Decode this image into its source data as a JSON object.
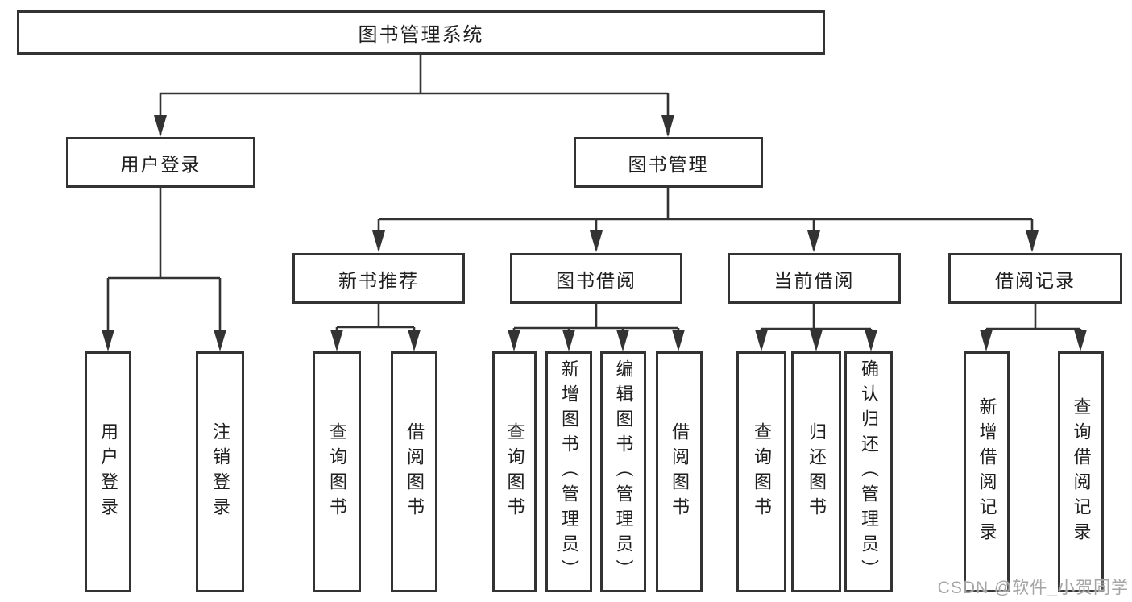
{
  "tree": {
    "label": "图书管理系统",
    "children": [
      {
        "label": "用户登录",
        "children": [
          {
            "label": "用户登录"
          },
          {
            "label": "注销登录"
          }
        ]
      },
      {
        "label": "图书管理",
        "children": [
          {
            "label": "新书推荐",
            "children": [
              {
                "label": "查询图书"
              },
              {
                "label": "借阅图书"
              }
            ]
          },
          {
            "label": "图书借阅",
            "children": [
              {
                "label": "查询图书"
              },
              {
                "label": "新增图书（管理员）"
              },
              {
                "label": "编辑图书（管理员）"
              },
              {
                "label": "借阅图书"
              }
            ]
          },
          {
            "label": "当前借阅",
            "children": [
              {
                "label": "查询图书"
              },
              {
                "label": "归还图书"
              },
              {
                "label": "确认归还（管理员）"
              }
            ]
          },
          {
            "label": "借阅记录",
            "children": [
              {
                "label": "新增借阅记录"
              },
              {
                "label": "查询借阅记录"
              }
            ]
          }
        ]
      }
    ]
  },
  "watermark": "CSDN @软件_小贺同学",
  "colors": {
    "line": "#333333",
    "text": "#1f1f1f",
    "watermark": "#a5a5a5",
    "background": "#ffffff"
  }
}
